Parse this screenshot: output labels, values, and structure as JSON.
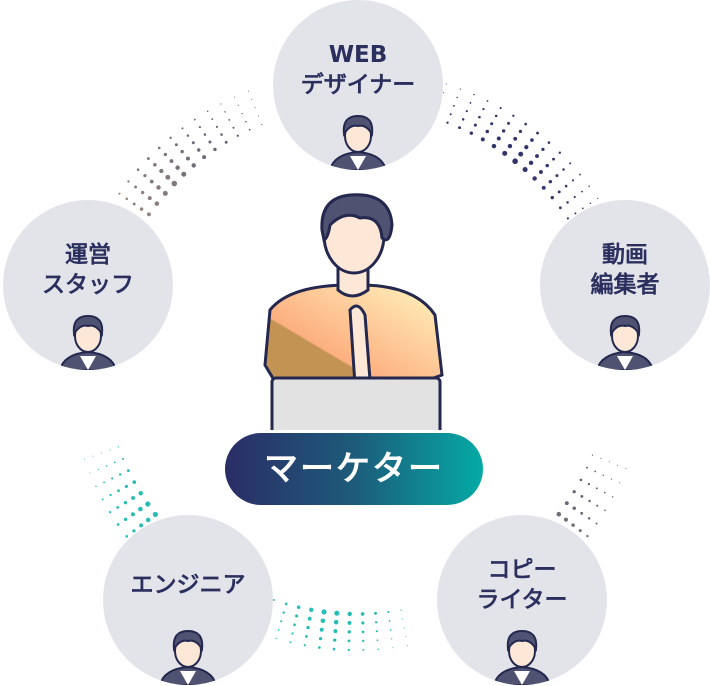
{
  "center": {
    "label": "マーケター"
  },
  "nodes": [
    {
      "label": "WEB\nデザイナー"
    },
    {
      "label": "動画\n編集者"
    },
    {
      "label": "コピー\nライター"
    },
    {
      "label": "エンジニア"
    },
    {
      "label": "運営\nスタッフ"
    }
  ],
  "colors": {
    "node_bg": "#e3e3ea",
    "text": "#2b2f5e",
    "pill_start": "#2b2d66",
    "pill_end": "#04aaa5"
  }
}
